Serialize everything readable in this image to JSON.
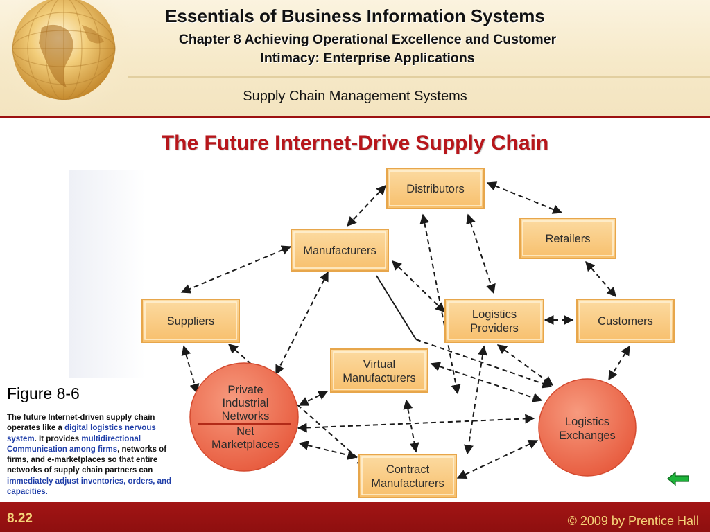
{
  "header": {
    "title": "Essentials of Business Information Systems",
    "subtitle_line1": "Chapter 8 Achieving Operational Excellence and Customer",
    "subtitle_line2": "Intimacy: Enterprise Applications",
    "section": "Supply Chain Management Systems"
  },
  "slide": {
    "title": "The Future Internet-Drive Supply Chain"
  },
  "diagram": {
    "distributors": "Distributors",
    "retailers": "Retailers",
    "manufacturers": "Manufacturers",
    "suppliers": "Suppliers",
    "logistics_providers_1": "Logistics",
    "logistics_providers_2": "Providers",
    "customers": "Customers",
    "virtual_1": "Virtual",
    "virtual_2": "Manufacturers",
    "pin_1": "Private",
    "pin_2": "Industrial",
    "pin_3": "Networks",
    "pin_4": "Net",
    "pin_5": "Marketplaces",
    "log_ex_1": "Logistics",
    "log_ex_2": "Exchanges",
    "contract_1": "Contract",
    "contract_2": "Manufacturers"
  },
  "figure": {
    "label": "Figure 8-6",
    "cap_1": "The future Internet-driven supply chain operates like a ",
    "cap_hl1": "digital logistics nervous system",
    "cap_2": ". It provides ",
    "cap_hl2": "multidirectional Communication among firms",
    "cap_3": ", networks of firms, and e-marketplaces so that entire networks of supply chain partners can ",
    "cap_hl3": "immediately adjust inventories, orders, and capacities."
  },
  "footer": {
    "slide_number": "8.22",
    "copyright": "© 2009 by Prentice Hall"
  },
  "colors": {
    "accent_red": "#b7161b",
    "footer_red": "#9c1010",
    "box_orange": "#f9c67a",
    "circle_orange": "#ee6a4c",
    "link_blue": "#1f3ea8",
    "back_arrow_green": "#1db43a"
  },
  "icons": {
    "globe": "globe-icon",
    "back": "back-arrow-icon"
  }
}
